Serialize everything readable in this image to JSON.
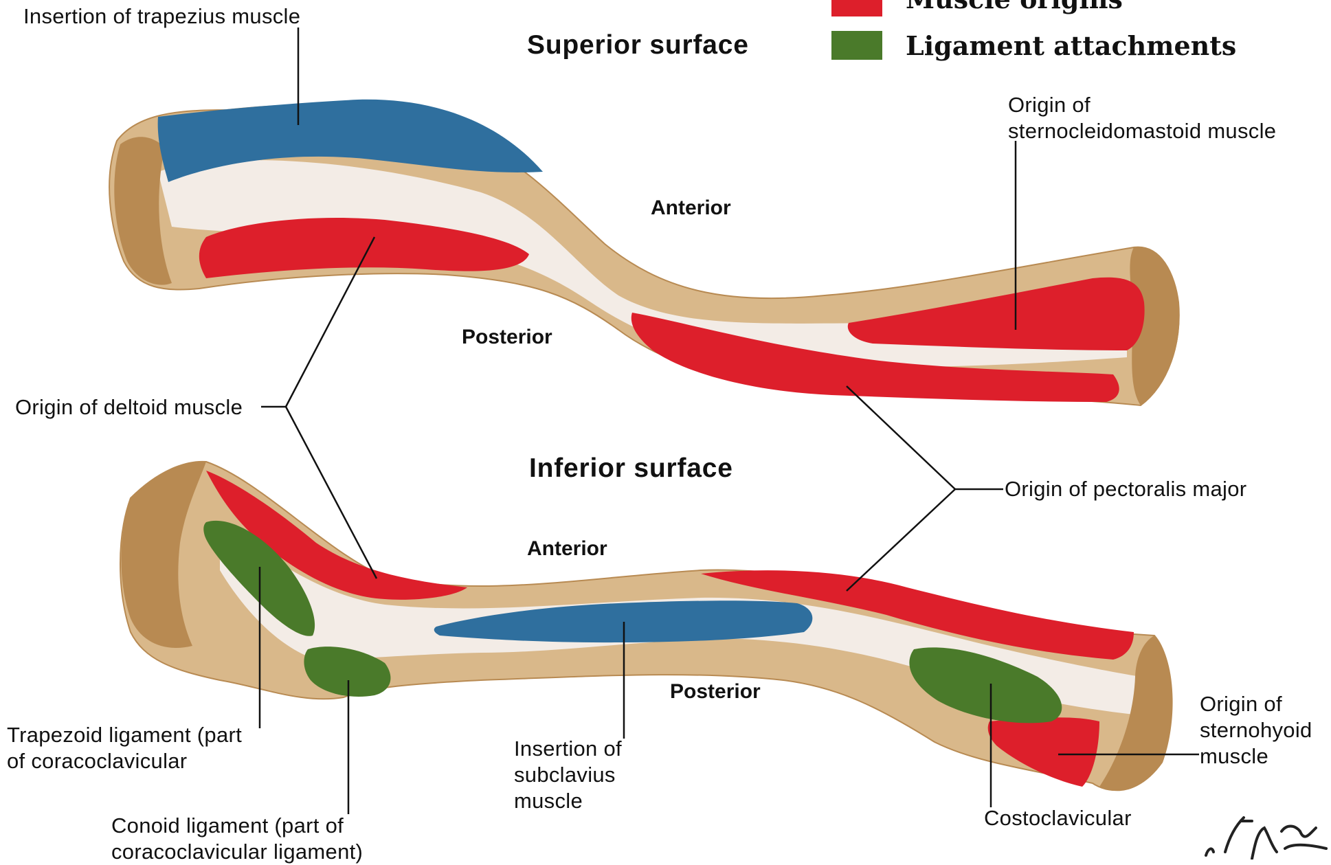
{
  "legend": {
    "items": [
      {
        "label": "Muscle origins",
        "color": "#dd1f2b"
      },
      {
        "label": "Ligament attachments",
        "color": "#4a7a2a"
      }
    ]
  },
  "headings": {
    "superior": "Superior surface",
    "inferior": "Inferior surface"
  },
  "directions": {
    "superior_anterior": "Anterior",
    "superior_posterior": "Posterior",
    "inferior_anterior": "Anterior",
    "inferior_posterior": "Posterior"
  },
  "labels": {
    "trapezius": "Insertion of trapezius muscle",
    "scm": [
      "Origin of",
      "sternocleidomastoid muscle"
    ],
    "deltoid": "Origin of deltoid muscle",
    "pectoralis": "Origin of pectoralis major",
    "trapezoid": [
      "Trapezoid ligament (part",
      "of coracoclavicular"
    ],
    "conoid": [
      "Conoid ligament (part of",
      "coracoclavicular ligament)"
    ],
    "subclavius": [
      "Insertion of",
      "subclavius",
      "muscle"
    ],
    "sternohyoid": [
      "Origin of",
      "sternohyoid",
      "muscle"
    ],
    "costoclavicular": "Costoclavicular"
  },
  "colors": {
    "bone": "#d9b88a",
    "bone_highlight": "#f3ece6",
    "bone_edge": "#b88a52",
    "muscle_insertion": "#2f6f9e",
    "muscle_origin": "#dd1f2b",
    "ligament": "#4a7a2a"
  }
}
